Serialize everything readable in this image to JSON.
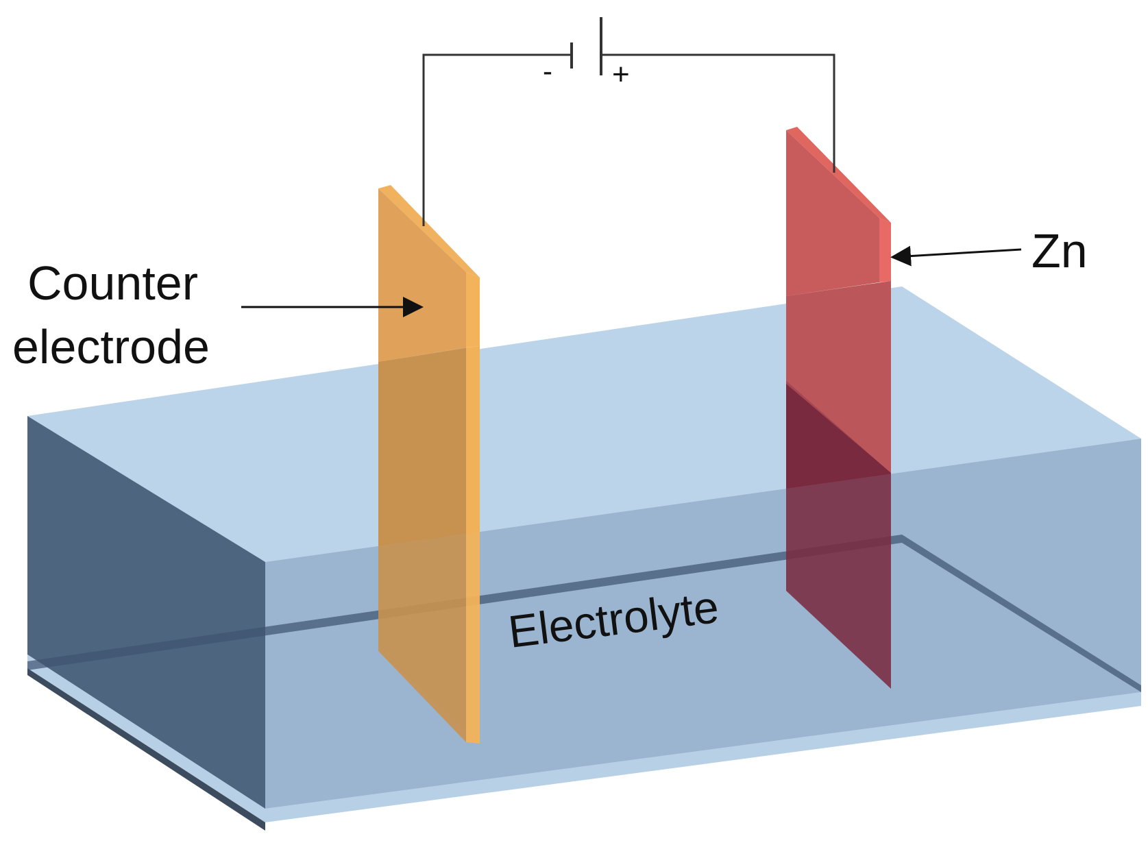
{
  "labels": {
    "counter_line1": "Counter",
    "counter_line2": "electrode",
    "zn": "Zn",
    "electrolyte": "Electrolyte",
    "minus": "-",
    "plus": "+"
  },
  "colors": {
    "electrolyte_top": "#bcd4ea",
    "electrolyte_front": "#93afcd",
    "electrolyte_left": "#4e6580",
    "counter_electrode": "#e4a55b",
    "counter_electrode_edge": "#f3b35a",
    "zn_electrode": "#c85c5c",
    "zn_electrode_edge": "#e86a66",
    "zn_submerged": "#7a2a40",
    "wire": "#333333"
  }
}
